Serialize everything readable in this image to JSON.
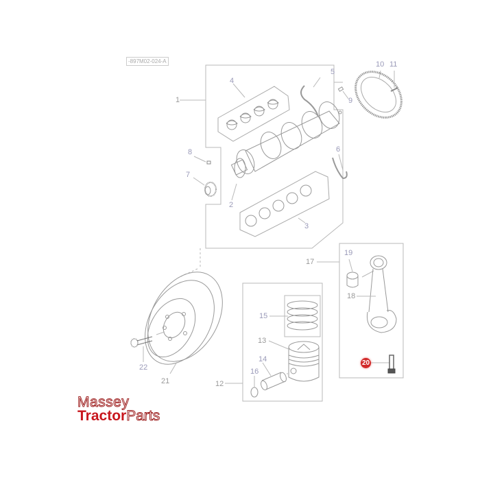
{
  "diagram": {
    "reference_code": "-897M02-024-A",
    "part_labels": [
      {
        "id": "1",
        "label": "1"
      },
      {
        "id": "2",
        "label": "2"
      },
      {
        "id": "3",
        "label": "3"
      },
      {
        "id": "4",
        "label": "4"
      },
      {
        "id": "5",
        "label": "5"
      },
      {
        "id": "6",
        "label": "6"
      },
      {
        "id": "7",
        "label": "7"
      },
      {
        "id": "8",
        "label": "8"
      },
      {
        "id": "9",
        "label": "9"
      },
      {
        "id": "10",
        "label": "10"
      },
      {
        "id": "11",
        "label": "11"
      },
      {
        "id": "12",
        "label": "12"
      },
      {
        "id": "13",
        "label": "13"
      },
      {
        "id": "14",
        "label": "14"
      },
      {
        "id": "15",
        "label": "15"
      },
      {
        "id": "16",
        "label": "16"
      },
      {
        "id": "17",
        "label": "17"
      },
      {
        "id": "18",
        "label": "18"
      },
      {
        "id": "19",
        "label": "19"
      },
      {
        "id": "20",
        "label": "20",
        "highlighted": true
      },
      {
        "id": "21",
        "label": "21"
      },
      {
        "id": "22",
        "label": "22"
      }
    ],
    "highlight_color": "#d22a2a",
    "line_color": "#b8b8b8",
    "label_color": "#9a9ab8"
  },
  "branding": {
    "line1": "Massey",
    "line2_bold": "Tractor",
    "line2_light": "Parts",
    "brand_color": "#c8161d"
  }
}
